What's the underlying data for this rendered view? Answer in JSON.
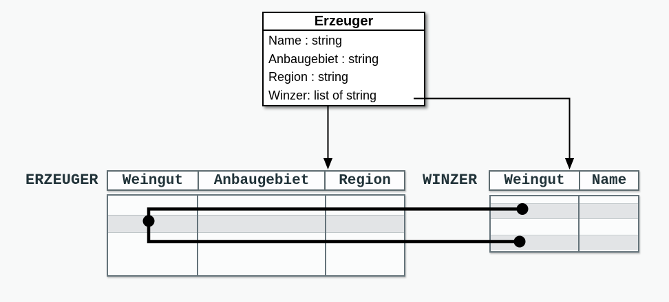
{
  "colors": {
    "background": "#f8f9f9",
    "class_box_border": "#000000",
    "table_border": "#5d6b70",
    "table_text": "#213339",
    "row_highlight": "#e2e4e6",
    "connector": "#000000"
  },
  "class_box": {
    "title": "Erzeuger",
    "attributes": [
      "Name : string",
      "Anbaugebiet : string",
      "Region : string",
      "Winzer: list of string"
    ]
  },
  "erzeuger_table": {
    "label": "ERZEUGER",
    "columns": [
      "Weingut",
      "Anbaugebiet",
      "Region"
    ]
  },
  "winzer_table": {
    "label": "WINZER",
    "columns": [
      "Weingut",
      "Name"
    ]
  }
}
